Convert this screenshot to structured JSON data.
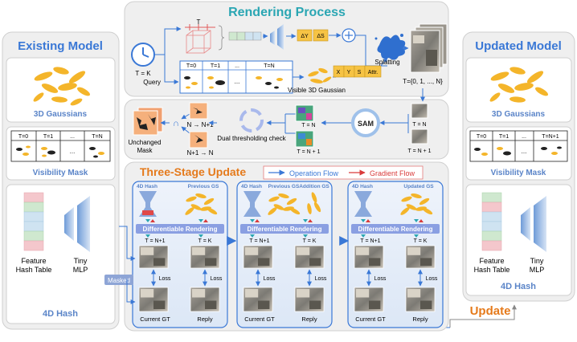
{
  "left_panel": {
    "title": "Existing Model",
    "gaussians_label": "3D Gaussians",
    "visibility_label": "Visibility Mask",
    "mask_headers": [
      "T=0",
      "T=1",
      "...",
      "T=N"
    ],
    "feature_label_1": "Feature",
    "feature_label_2": "Hash Table",
    "mlp_label_1": "Tiny",
    "mlp_label_2": "MLP",
    "hash_label": "4D Hash"
  },
  "right_panel": {
    "title": "Updated Model",
    "gaussians_label": "3D Gaussians",
    "visibility_label": "Visibility Mask",
    "mask_headers": [
      "T=0",
      "T=1",
      "...",
      "T=N+1"
    ],
    "feature_label_1": "Feature",
    "feature_label_2": "Hash Table",
    "mlp_label_1": "Tiny",
    "mlp_label_2": "MLP",
    "hash_label": "4D Hash",
    "update_label": "Update"
  },
  "rendering": {
    "title": "Rendering Process",
    "t_label": "T",
    "t_equals_k": "T = K",
    "query_label": "Query",
    "frame_headers": [
      "T=0",
      "T=1",
      "...",
      "T=N"
    ],
    "visible_gaussian_label": "Visible 3D Gaussian",
    "delta_y": "ΔY",
    "delta_s": "ΔS",
    "attr_boxes": [
      "X",
      "Y",
      "S",
      "Attr."
    ],
    "splatting_label": "Splatting",
    "time_set_label": "T={0, 1, ..., N}"
  },
  "middle": {
    "unchanged_mask_1": "Unchanged",
    "unchanged_mask_2": "Mask",
    "n_to_n1": "N → N+1",
    "n1_to_n": "N+1 → N",
    "dual_threshold": "Dual thresholding check",
    "t_n": "T = N",
    "t_n1_left": "T = N + 1",
    "sam_label": "SAM",
    "t_n_right": "T = N",
    "t_n1_right": "T = N + 1"
  },
  "three_stage": {
    "title": "Three-Stage Update",
    "operation_flow": "Operation Flow",
    "gradient_flow": "Gradient Flow",
    "masked_label": "Masked",
    "stages": [
      {
        "hash_label": "4D Hash",
        "gs_label": "Previous GS",
        "extra_label": "",
        "render_label": "Differentiable Rendering",
        "left_t": "T = N+1",
        "right_t": "T = K",
        "loss_left": "Loss",
        "loss_right": "Loss",
        "bottom_left": "Current GT",
        "bottom_right": "Reply"
      },
      {
        "hash_label": "4D Hash",
        "gs_label": "Previous GS",
        "extra_label": "Addition GS",
        "render_label": "Differentiable Rendering",
        "left_t": "T = N+1",
        "right_t": "T = K",
        "loss_left": "Loss",
        "loss_right": "Loss",
        "bottom_left": "Current GT",
        "bottom_right": "Reply"
      },
      {
        "hash_label": "4D Hash",
        "gs_label": "Updated GS",
        "extra_label": "",
        "render_label": "Differentiable Rendering",
        "left_t": "T = N+1",
        "right_t": "T = K",
        "loss_left": "Loss",
        "loss_right": "Loss",
        "bottom_left": "Current GT",
        "bottom_right": "Reply"
      }
    ]
  },
  "colors": {
    "title_blue": "#3a78d6",
    "accent_teal": "#2aa6b3",
    "orange": "#e57a1b",
    "red": "#d93b3b",
    "gaussian": "#f4b52a",
    "panel_bg": "#f0f0f0",
    "stage_bg": "#e3ecf8"
  }
}
